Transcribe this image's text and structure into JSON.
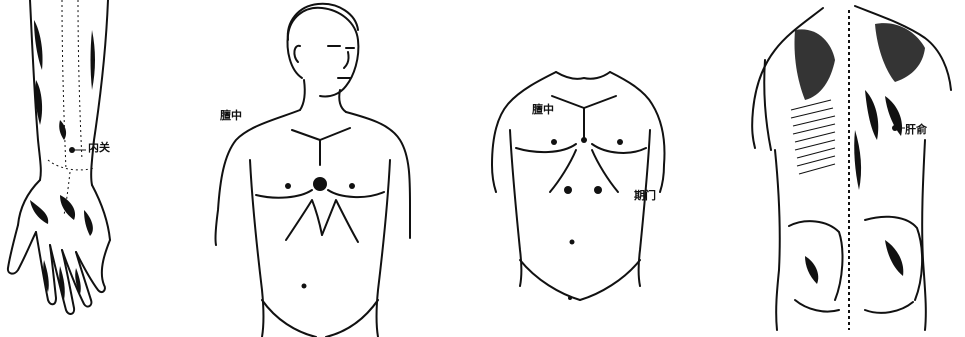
{
  "colors": {
    "ink": "#111111",
    "paper": "#ffffff"
  },
  "figures": [
    {
      "id": "forearm",
      "icon": "forearm-hand-illustration",
      "labels": [
        {
          "key": "neiguan",
          "text": "内关"
        }
      ]
    },
    {
      "id": "chest-front-head",
      "icon": "male-torso-front-with-head-illustration",
      "labels": [
        {
          "key": "tanzhong",
          "text": "膻中"
        }
      ]
    },
    {
      "id": "chest-front",
      "icon": "male-torso-front-illustration",
      "labels": [
        {
          "key": "tanzhong",
          "text": "膻中"
        },
        {
          "key": "qimen",
          "text": "期门"
        }
      ]
    },
    {
      "id": "back",
      "icon": "male-back-illustration",
      "labels": [
        {
          "key": "ganshu",
          "text": "肝俞"
        }
      ]
    }
  ]
}
